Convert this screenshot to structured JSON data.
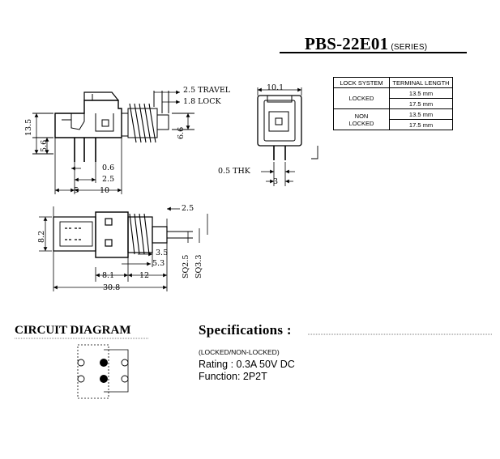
{
  "header": {
    "title": "PBS-22E01",
    "series": "(SERIES)"
  },
  "table": {
    "headers": [
      "LOCK SYSTEM",
      "TERMINAL LENGTH"
    ],
    "groups": [
      {
        "lock": "LOCKED",
        "lengths": [
          "13.5 mm",
          "17.5 mm"
        ]
      },
      {
        "lock_line1": "NON",
        "lock_line2": "LOCKED",
        "lengths": [
          "13.5 mm",
          "17.5 mm"
        ]
      }
    ]
  },
  "dims": {
    "travel": "2.5 TRAVEL",
    "lock": "1.8 LOCK",
    "h13_5": "13.5",
    "h5_6": "5.6",
    "h6_6": "6.6",
    "d0_6": "0.6",
    "d2_5a": "2.5",
    "d5": "5",
    "d10": "10",
    "d10_1": "10.1",
    "thk": "0.5 THK",
    "d3": "3",
    "h8_2": "8.2",
    "d2_5b": "2.5",
    "d3_5": "3.5",
    "d5_3": "5.3",
    "sq2_5": "SQ2.5",
    "sq3_3": "SQ3.3",
    "d8_1": "8.1",
    "d12": "12",
    "d30_8": "30.8"
  },
  "circuit": {
    "title": "CIRCUIT DIAGRAM"
  },
  "specs": {
    "title": "Specifications :",
    "subtitle": "(LOCKED/NON-LOCKED)",
    "rating": "Rating : 0.3A 50V DC",
    "function": "Function: 2P2T"
  }
}
